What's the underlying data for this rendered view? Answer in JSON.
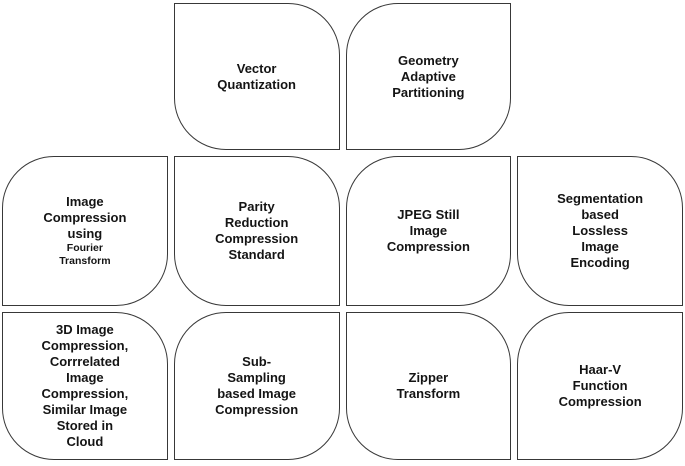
{
  "figure": {
    "background": "#ffffff",
    "box_fill": "#ffffff",
    "box_border_color": "#383838",
    "text_color": "#141414",
    "boxes": [
      {
        "name": "vector-quantization",
        "row": 1,
        "col": 2,
        "corner_style": "tr-bl",
        "lines": [
          {
            "t": "Vector"
          },
          {
            "t": "Quantization"
          }
        ]
      },
      {
        "name": "geometry-adaptive-partitioning",
        "row": 1,
        "col": 3,
        "corner_style": "tl-br",
        "lines": [
          {
            "t": "Geometry"
          },
          {
            "t": "Adaptive"
          },
          {
            "t": "Partitioning"
          }
        ]
      },
      {
        "name": "image-compression-using-fourier-transform",
        "row": 2,
        "col": 1,
        "corner_style": "tl-br",
        "lines": [
          {
            "t": "Image"
          },
          {
            "t": "Compression"
          },
          {
            "t": "using"
          },
          {
            "t": "Fourier",
            "small": true
          },
          {
            "t": "Transform",
            "small": true
          }
        ]
      },
      {
        "name": "parity-reduction-compression-standard",
        "row": 2,
        "col": 2,
        "corner_style": "tr-bl",
        "lines": [
          {
            "t": "Parity"
          },
          {
            "t": "Reduction"
          },
          {
            "t": "Compression"
          },
          {
            "t": "Standard"
          }
        ]
      },
      {
        "name": "jpeg-still-image-compression",
        "row": 2,
        "col": 3,
        "corner_style": "tl-br",
        "lines": [
          {
            "t": "JPEG Still"
          },
          {
            "t": "Image"
          },
          {
            "t": "Compression"
          }
        ]
      },
      {
        "name": "segmentation-based-lossless-image-encoding",
        "row": 2,
        "col": 4,
        "corner_style": "tr-bl",
        "lines": [
          {
            "t": "Segmentation"
          },
          {
            "t": "based"
          },
          {
            "t": "Lossless"
          },
          {
            "t": "Image"
          },
          {
            "t": "Encoding"
          }
        ]
      },
      {
        "name": "3d-image-compression-correlated-similar-image-stored-in-cloud",
        "row": 3,
        "col": 1,
        "corner_style": "tr-bl",
        "lines": [
          {
            "t": "3D Image"
          },
          {
            "t": "Compression,"
          },
          {
            "t": "Corrrelated"
          },
          {
            "t": "Image"
          },
          {
            "t": "Compression,"
          },
          {
            "t": "Similar Image"
          },
          {
            "t": "Stored in"
          },
          {
            "t": "Cloud"
          }
        ]
      },
      {
        "name": "sub-sampling-based-image-compression",
        "row": 3,
        "col": 2,
        "corner_style": "tl-br",
        "lines": [
          {
            "t": "Sub-"
          },
          {
            "t": "Sampling"
          },
          {
            "t": "based Image"
          },
          {
            "t": "Compression"
          }
        ]
      },
      {
        "name": "zipper-transform",
        "row": 3,
        "col": 3,
        "corner_style": "tr-bl",
        "lines": [
          {
            "t": "Zipper"
          },
          {
            "t": "Transform"
          }
        ]
      },
      {
        "name": "haar-v-function-compression",
        "row": 3,
        "col": 4,
        "corner_style": "tl-br",
        "lines": [
          {
            "t": "Haar-V"
          },
          {
            "t": "Function"
          },
          {
            "t": "Compression"
          }
        ]
      }
    ]
  }
}
